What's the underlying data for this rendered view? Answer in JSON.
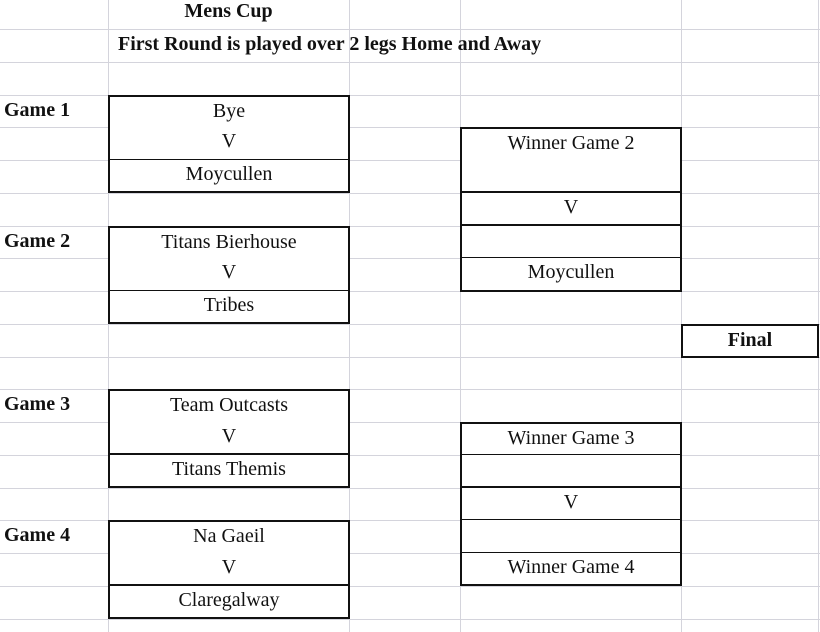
{
  "title": "Mens Cup",
  "subtitle": "First Round is played over 2 legs Home and Away",
  "games": [
    {
      "label": "Game 1",
      "home": "Bye",
      "vs": "V",
      "away": "Moycullen"
    },
    {
      "label": "Game 2",
      "home": "Titans Bierhouse",
      "vs": "V",
      "away": "Tribes"
    },
    {
      "label": "Game 3",
      "home": "Team Outcasts",
      "vs": "V",
      "away": "Titans Themis"
    },
    {
      "label": "Game 4",
      "home": "Na Gaeil",
      "vs": "V",
      "away": "Claregalway"
    }
  ],
  "semis": [
    {
      "top": "Winner Game 2",
      "vs": "V",
      "bottom": "Moycullen"
    },
    {
      "top": "Winner Game 3",
      "vs": "V",
      "bottom": "Winner Game 4"
    }
  ],
  "final": "Final"
}
